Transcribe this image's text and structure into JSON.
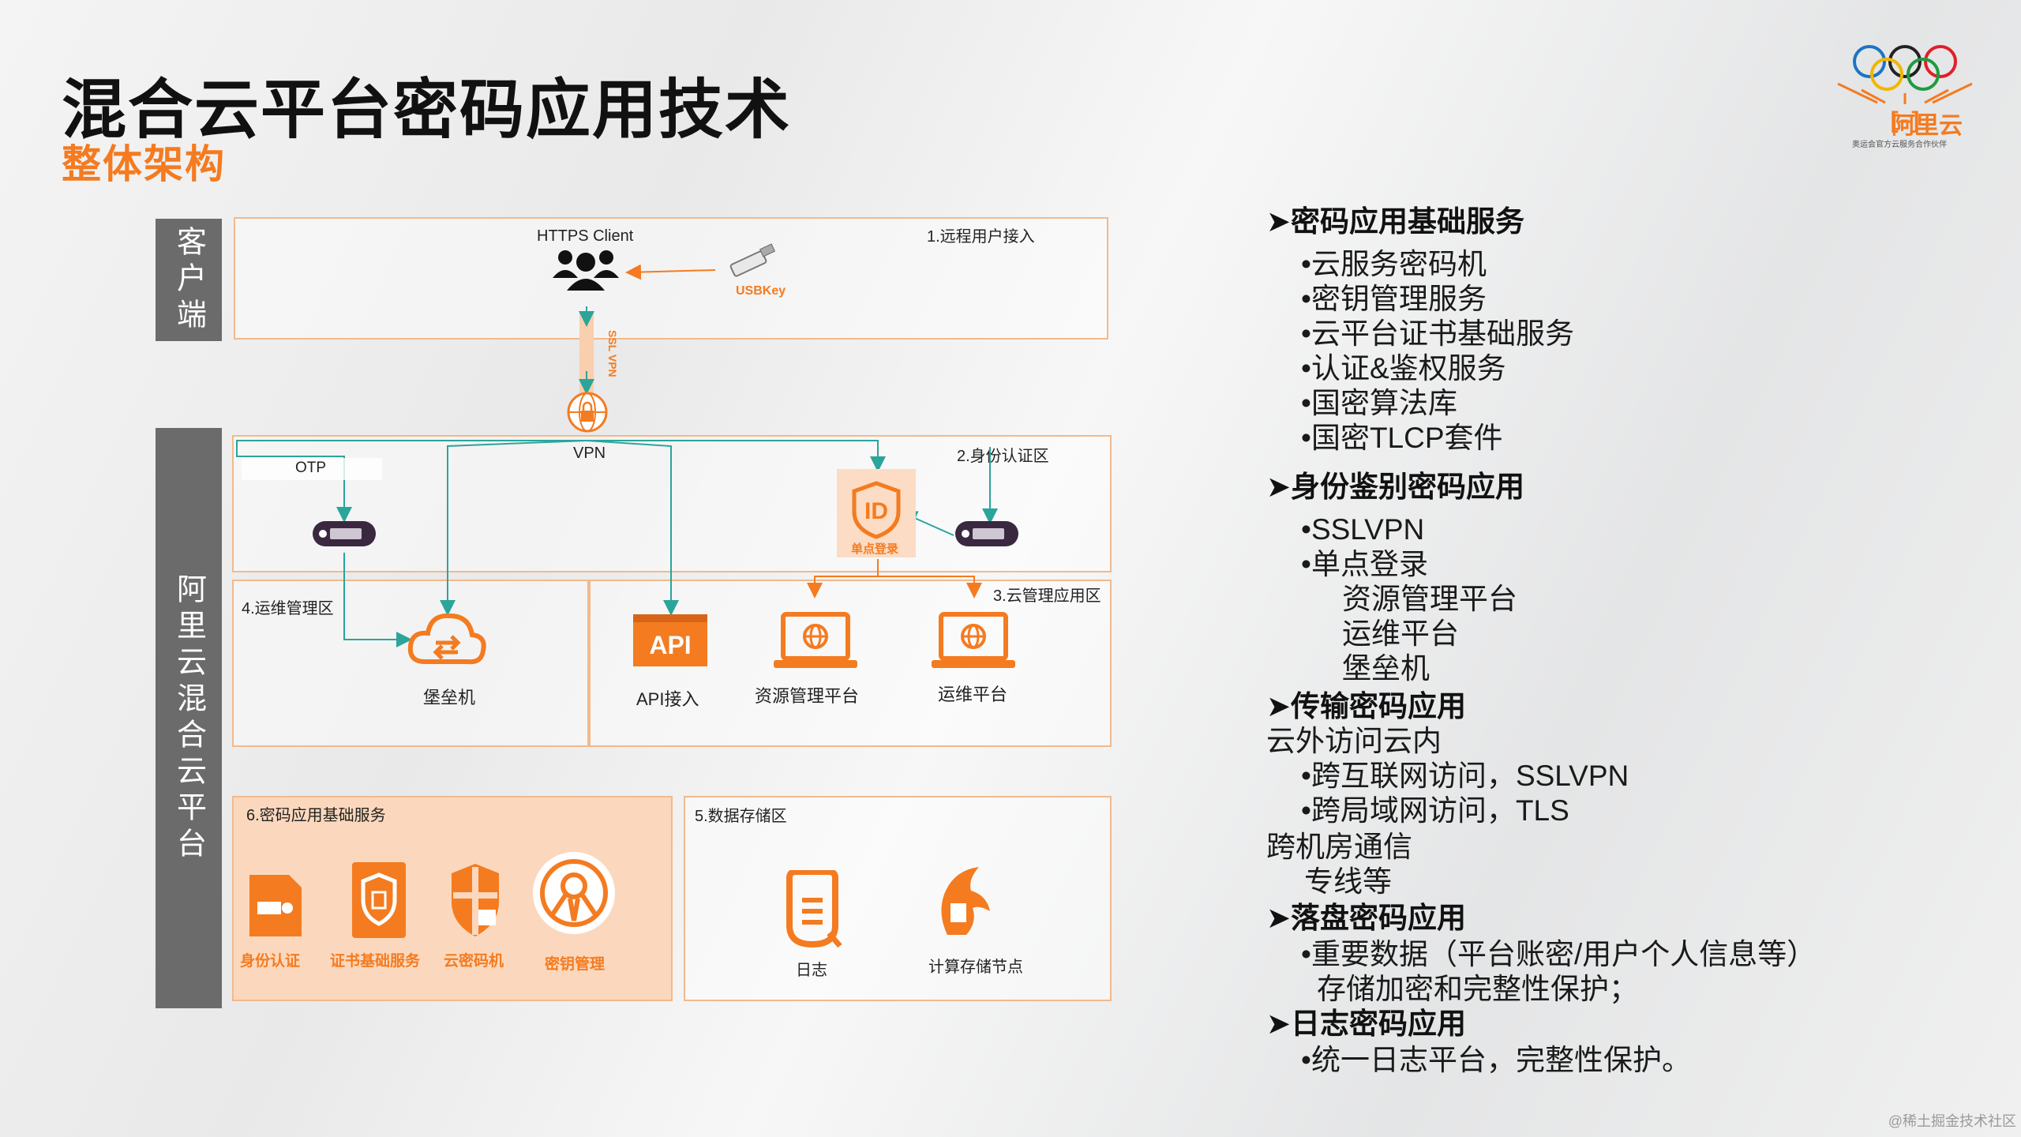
{
  "title": "混合云平台密码应用技术",
  "subtitle": "整体架构",
  "logo": {
    "brand": "阿里云",
    "tagline": "奥运会官方云服务合作伙伴"
  },
  "diagram": {
    "client_bar": "客户端",
    "platform_bar": "阿里云混合云平台",
    "zone1_label": "1.远程用户接入",
    "zone2_label": "2.身份认证区",
    "zone3_label": "3.云管理应用区",
    "zone4_label": "4.运维管理区",
    "zone5_label": "5.数据存储区",
    "zone6_label": "6.密码应用基础服务",
    "https_client": "HTTPS Client",
    "usbkey": "USBKey",
    "ssl_vpn": "SSL VPN",
    "vpn": "VPN",
    "otp": "OTP",
    "sso": "单点登录",
    "bastion": "堡垒机",
    "api": "API接入",
    "api_icon_text": "API",
    "resource_platform": "资源管理平台",
    "ops_platform": "运维平台",
    "identity_auth": "身份认证",
    "cert_service": "证书基础服务",
    "cloud_hsm": "云密码机",
    "key_mgmt": "密钥管理",
    "log": "日志",
    "compute_storage": "计算存储节点"
  },
  "right_panel": {
    "s1_heading": "密码应用基础服务",
    "s1_items": [
      "•云服务密码机",
      "•密钥管理服务",
      "•云平台证书基础服务",
      "•认证&鉴权服务",
      "•国密算法库",
      "•国密TLCP套件"
    ],
    "s2_heading": "身份鉴别密码应用",
    "s2_items": [
      "•SSLVPN",
      "•单点登录"
    ],
    "s2_sub": [
      "资源管理平台",
      "运维平台",
      "堡垒机"
    ],
    "s3_heading": "传输密码应用",
    "s3_line1": "云外访问云内",
    "s3_items": [
      "•跨互联网访问，SSLVPN",
      "•跨局域网访问，TLS"
    ],
    "s3_line2": "跨机房通信",
    "s3_line3": "专线等",
    "s4_heading": "落盘密码应用",
    "s4_item": "•重要数据（平台账密/用户个人信息等）",
    "s4_cont": "存储加密和完整性保护；",
    "s5_heading": "日志密码应用",
    "s5_item": "•统一日志平台，完整性保护。"
  },
  "watermark": "@稀土掘金技术社区",
  "colors": {
    "accent": "#f47b20",
    "bar": "#6b6b6b",
    "zone_border": "#f2b98c",
    "zone_fill": "#fbd8bd",
    "arrow": "#2aa59a"
  }
}
